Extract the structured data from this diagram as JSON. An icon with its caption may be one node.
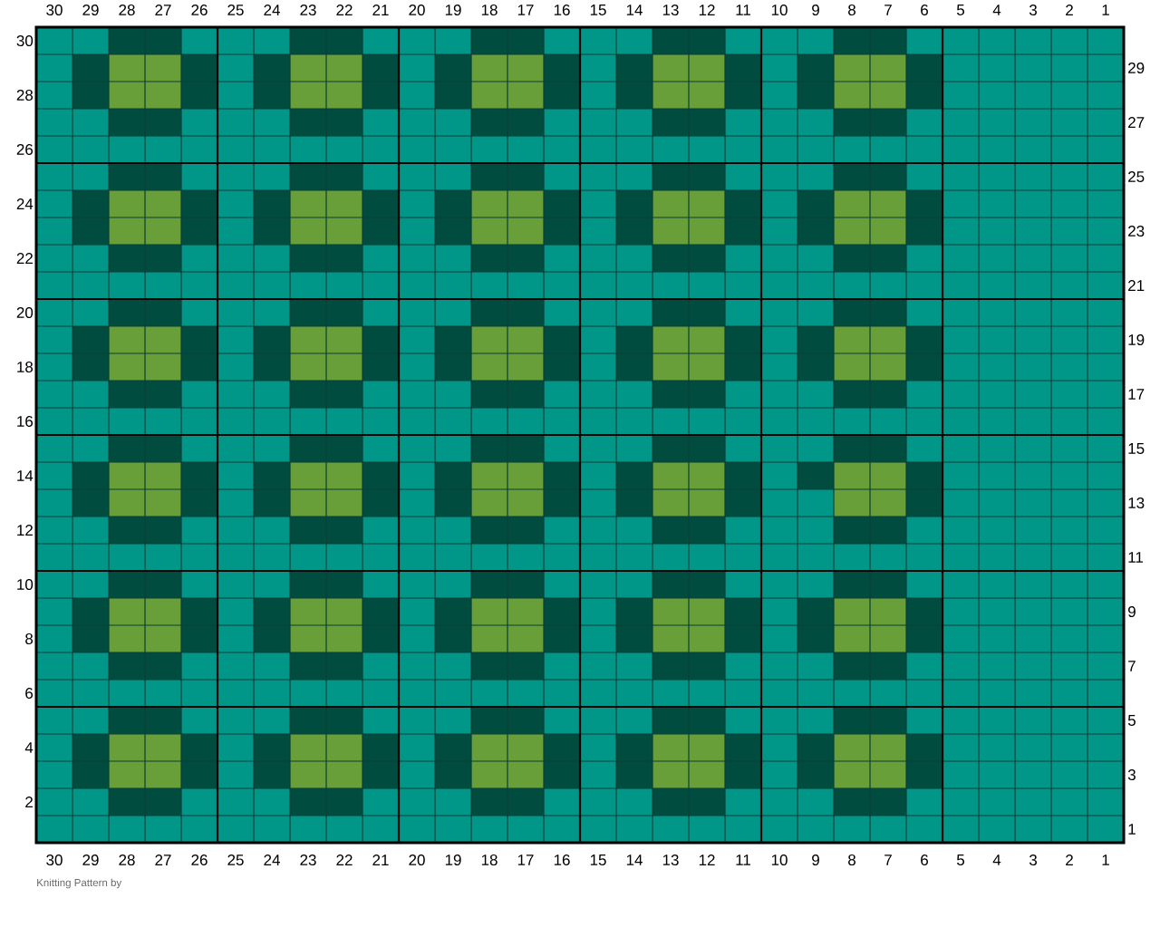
{
  "diagram": {
    "caption": "Knitting Pattern by",
    "labels": [
      "30",
      "29",
      "28",
      "27",
      "26",
      "25",
      "24",
      "23",
      "22",
      "21",
      "20",
      "19",
      "18",
      "17",
      "16",
      "15",
      "14",
      "13",
      "12",
      "11",
      "10",
      "9",
      "8",
      "7",
      "6",
      "5",
      "4",
      "3",
      "2",
      "1",
      "30",
      "29",
      "28",
      "27",
      "26",
      "25",
      "24",
      "23",
      "22",
      "21",
      "20",
      "19",
      "18",
      "17",
      "16",
      "15",
      "14",
      "13",
      "12",
      "11",
      "10",
      "9",
      "8",
      "7",
      "6",
      "5",
      "4",
      "3",
      "2",
      "1",
      "30",
      "29",
      "28",
      "27",
      "26",
      "25",
      "24",
      "23",
      "22",
      "21",
      "20",
      "19",
      "18",
      "17",
      "16",
      "15",
      "14",
      "13",
      "12",
      "11",
      "10",
      "9",
      "8",
      "7",
      "6",
      "5",
      "4",
      "3",
      "2",
      "1"
    ]
  }
}
